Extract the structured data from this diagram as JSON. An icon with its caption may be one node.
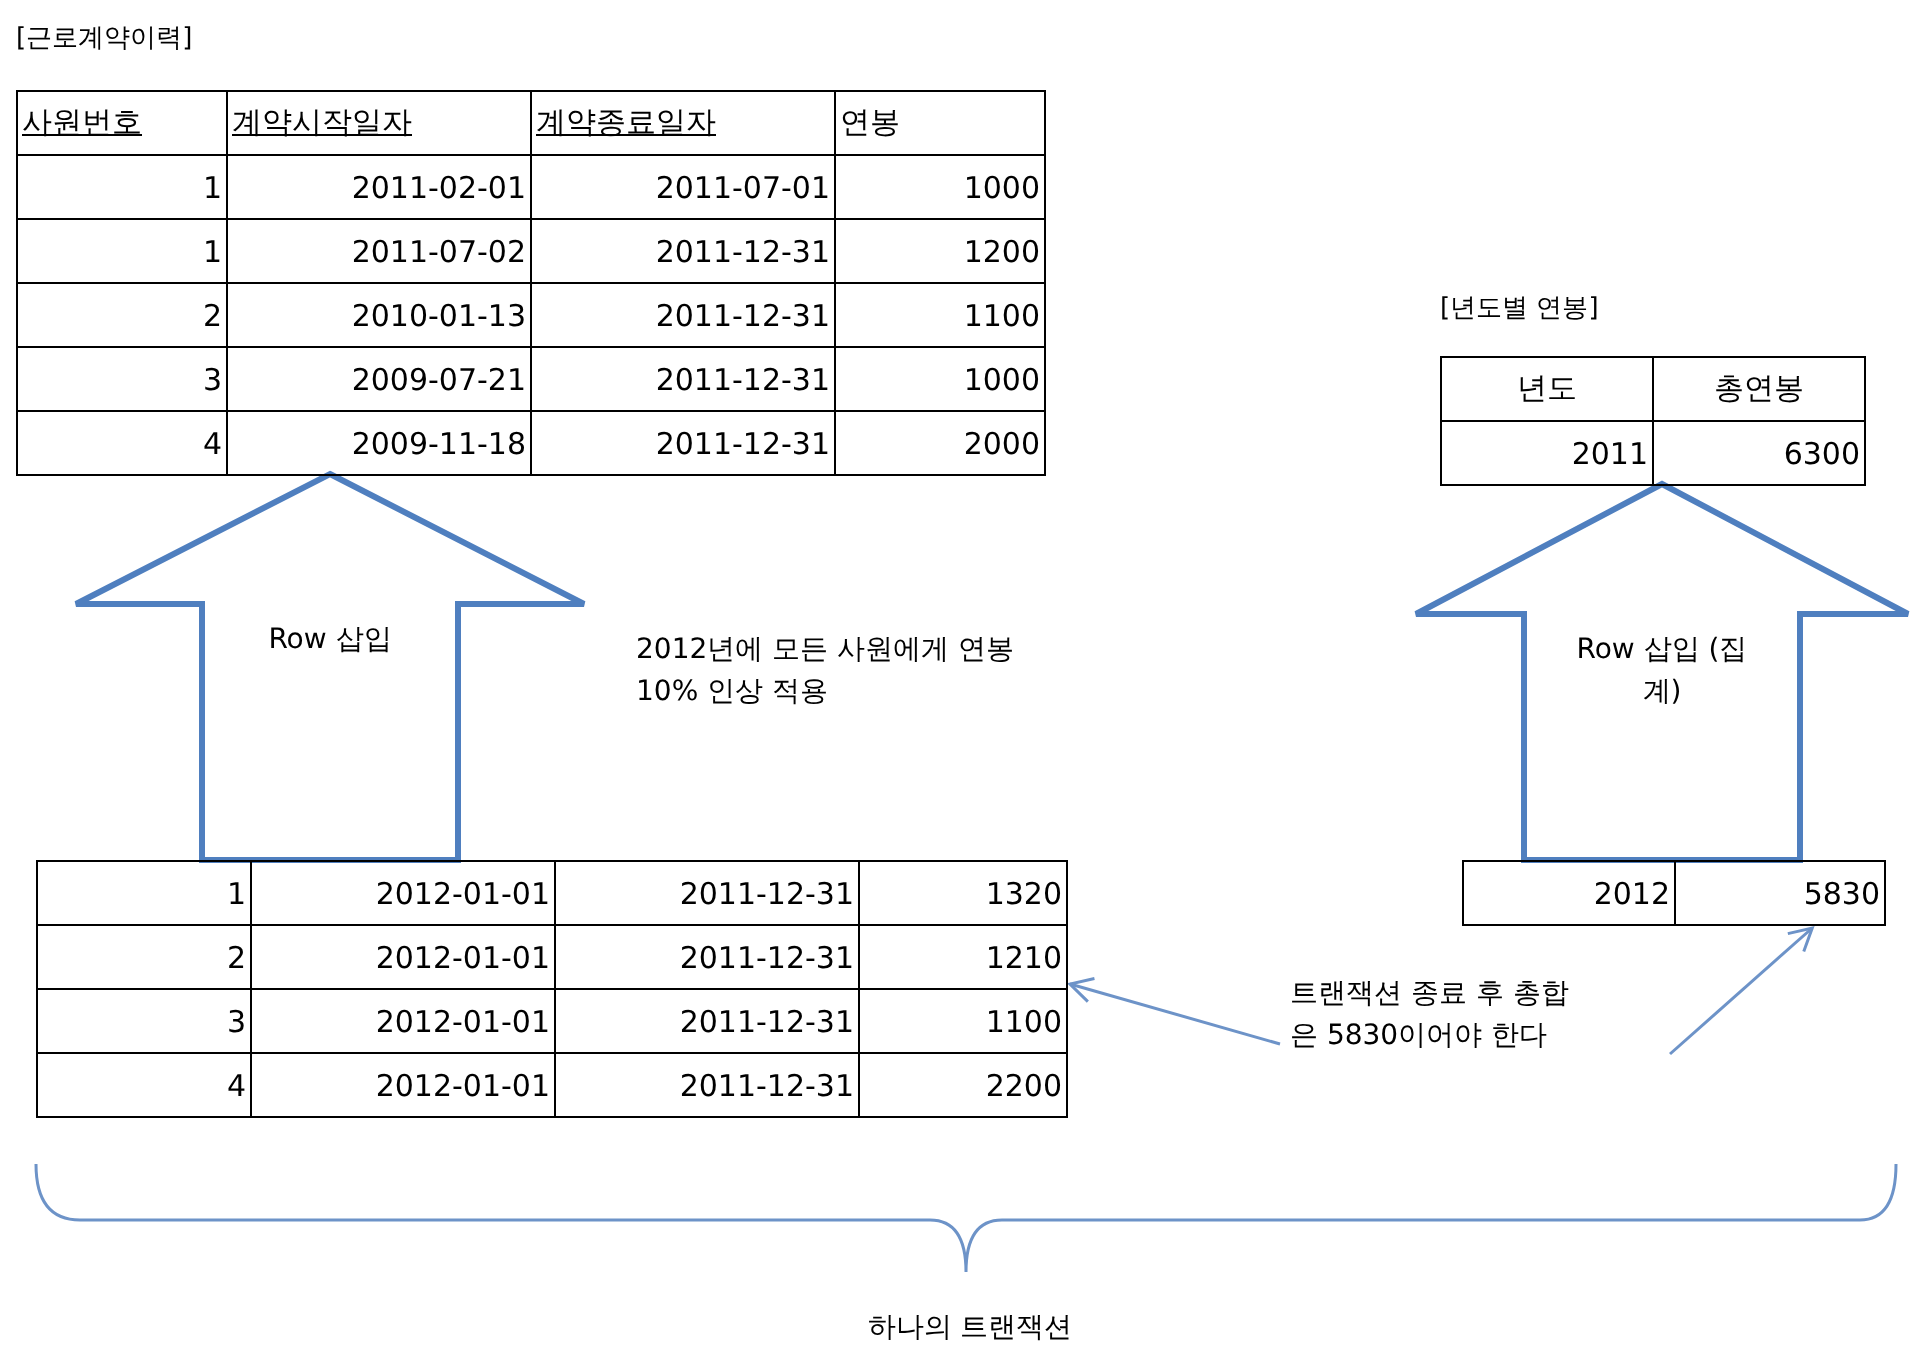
{
  "diagram": {
    "nodes": [
      {
        "text": [
          "[근로계약이력]",
          "사원번호",
          "계약시작일자",
          "계약종료일자",
          "연봉",
          "1",
          "2011-02-01",
          "2011-07-01",
          "1000",
          "1",
          "2011-07-02",
          "2011-12-31",
          "1200",
          "2",
          "2010-01-13",
          "2011-12-31",
          "1100",
          "3",
          "2009-07-21",
          "2011-12-31",
          "1000",
          "4",
          "2009-11-18",
          "2011-12-31",
          "2000"
        ]
      },
      {
        "text": [
          "[년도별 연봉]",
          "년도",
          "총연봉",
          "2011",
          "6300"
        ]
      },
      {
        "text": [
          "1",
          "2012-01-01",
          "2011-12-31",
          "1320",
          "2",
          "2012-01-01",
          "2011-12-31",
          "1210",
          "3",
          "2012-01-01",
          "2011-12-31",
          "1100",
          "4",
          "2012-01-01",
          "2011-12-31",
          "2200"
        ]
      },
      {
        "text": [
          "2012",
          "5830"
        ]
      },
      {
        "text": [
          "트랜잭션 종료 후 총합은 5830이어야 한다"
        ]
      }
    ],
    "edges": [
      {
        "from": 2,
        "to": 0,
        "arrow": "to",
        "label": "Row 삽입",
        "style": "thick"
      },
      {
        "from": 3,
        "to": 1,
        "arrow": "to",
        "label": "Row 삽입 (집계)",
        "style": "thick"
      },
      {
        "from": 4,
        "to": 2,
        "arrow": "to"
      },
      {
        "from": 4,
        "to": 3,
        "arrow": "to"
      }
    ],
    "labels": [
      "2012년에 모든 사원에게 연봉 10% 인상 적용",
      "하나의 트랜잭션"
    ]
  }
}
